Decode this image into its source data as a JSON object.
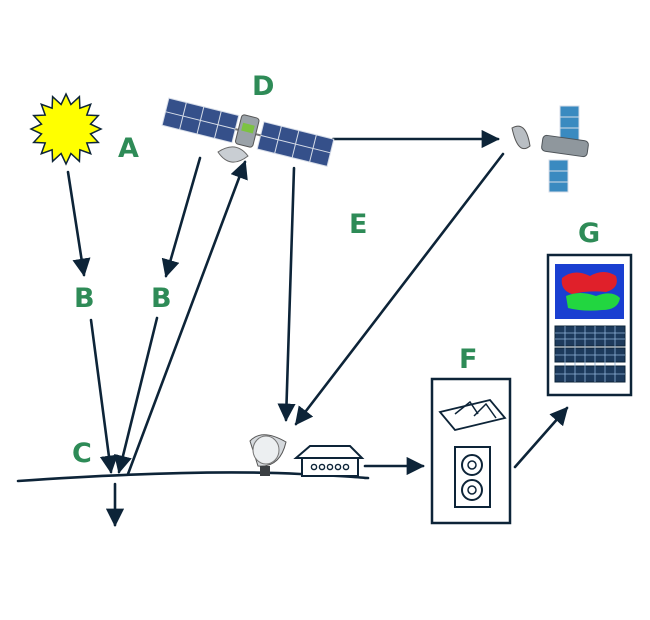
{
  "colors": {
    "label": "#2e8b57",
    "ink": "#0d2438",
    "sun": "#ffff00",
    "panel": "#35508a",
    "screen_bg": "#1a3fd1",
    "screen_red": "#e0202a",
    "screen_green": "#22d640"
  },
  "labels": {
    "a": "A",
    "b_left": "B",
    "b_right": "B",
    "c": "C",
    "d": "D",
    "e": "E",
    "f": "F",
    "g": "G"
  },
  "icons": {
    "sun": "sun-icon",
    "satellite_main": "satellite-icon",
    "satellite_relay": "relay-satellite-icon",
    "ground_dish": "satellite-dish-icon",
    "ground_station": "ground-station-icon",
    "processing": "processing-unit-icon",
    "display": "display-terminal-icon"
  }
}
